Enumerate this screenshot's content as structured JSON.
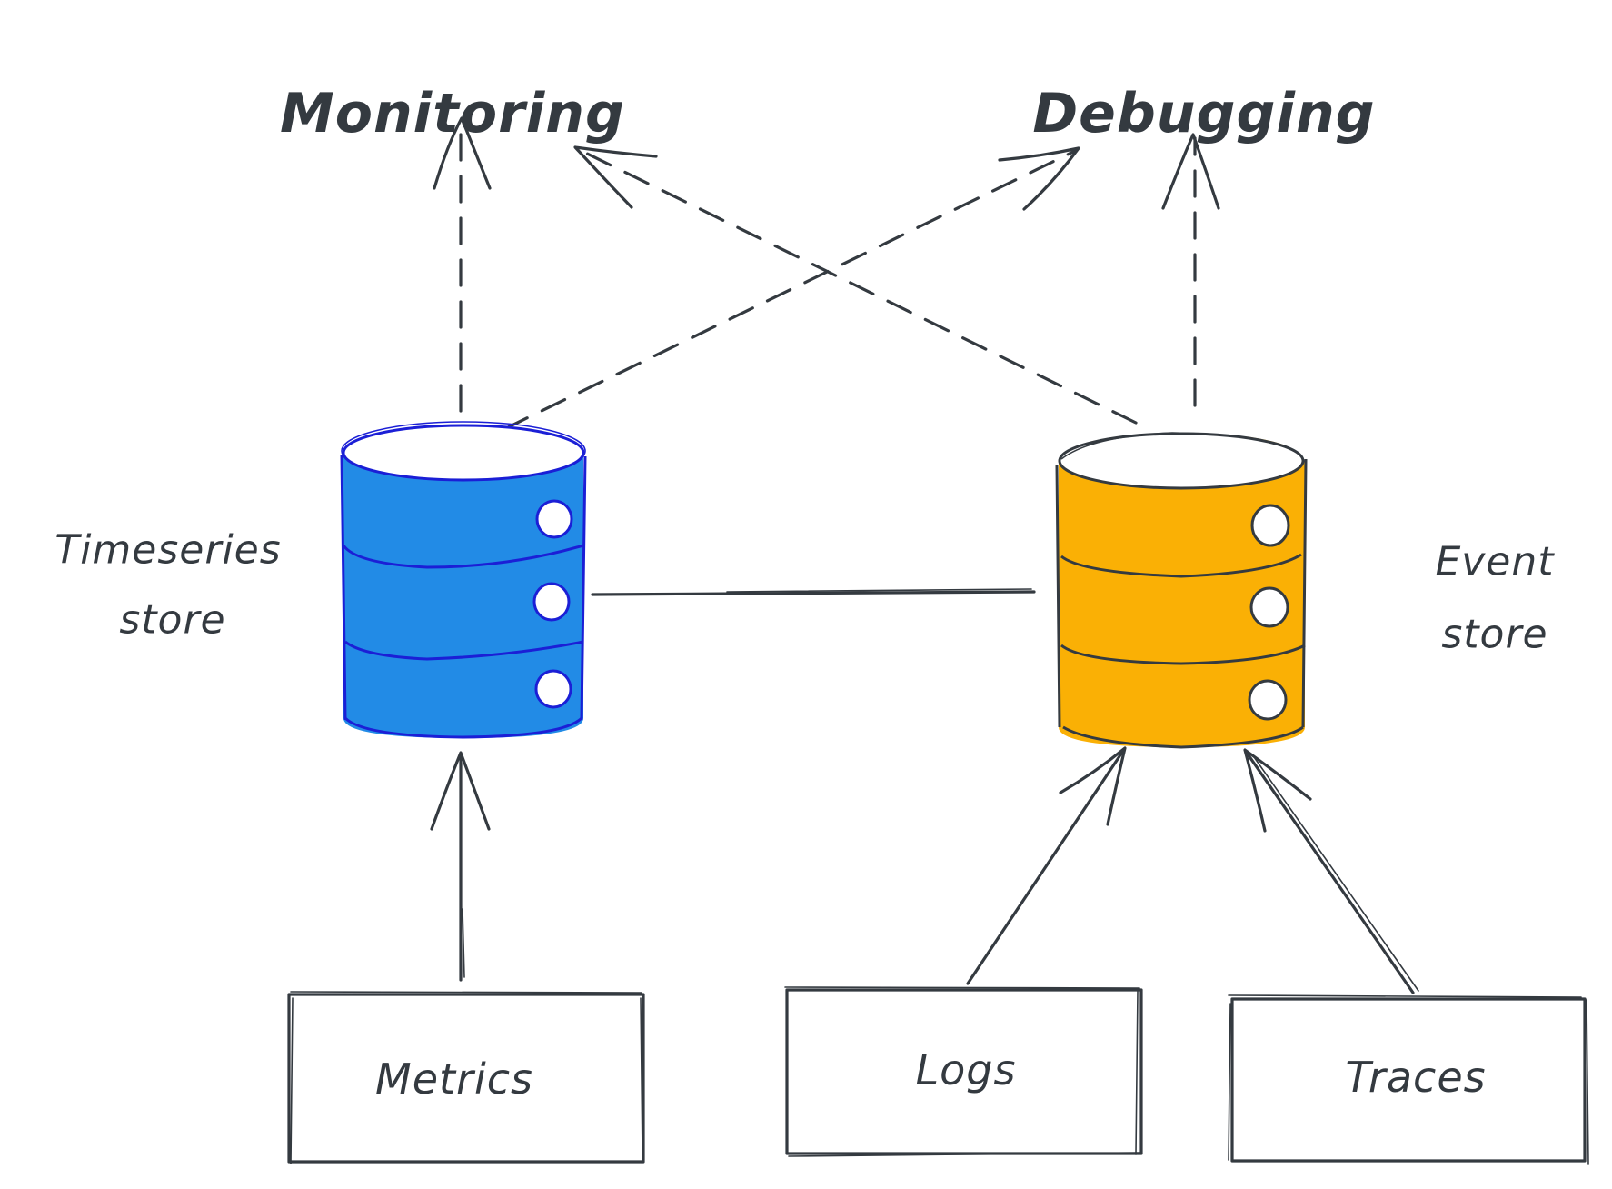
{
  "diagram": {
    "type": "architecture-flow",
    "style": "hand-drawn sketch",
    "colors": {
      "ink": "#343a40",
      "timeseries_fill": "#228be6",
      "timeseries_stroke": "#1b1fd6",
      "event_fill": "#fab005",
      "event_stroke": "#343a40",
      "background": "#ffffff"
    },
    "goals": {
      "monitoring": "Monitoring",
      "debugging": "Debugging"
    },
    "stores": {
      "timeseries": {
        "line1": "Timeseries",
        "line2": "store"
      },
      "event": {
        "line1": "Event",
        "line2": "store"
      }
    },
    "sources": {
      "metrics": "Metrics",
      "logs": "Logs",
      "traces": "Traces"
    },
    "edges": [
      {
        "from": "metrics",
        "to": "timeseries-store",
        "style": "solid-arrow"
      },
      {
        "from": "logs",
        "to": "event-store",
        "style": "solid-arrow"
      },
      {
        "from": "traces",
        "to": "event-store",
        "style": "solid-arrow"
      },
      {
        "from": "timeseries-store",
        "to": "event-store",
        "style": "solid-line"
      },
      {
        "from": "timeseries-store",
        "to": "monitoring",
        "style": "dashed-arrow"
      },
      {
        "from": "timeseries-store",
        "to": "debugging",
        "style": "dashed-arrow"
      },
      {
        "from": "event-store",
        "to": "monitoring",
        "style": "dashed-arrow"
      },
      {
        "from": "event-store",
        "to": "debugging",
        "style": "dashed-arrow"
      }
    ]
  }
}
